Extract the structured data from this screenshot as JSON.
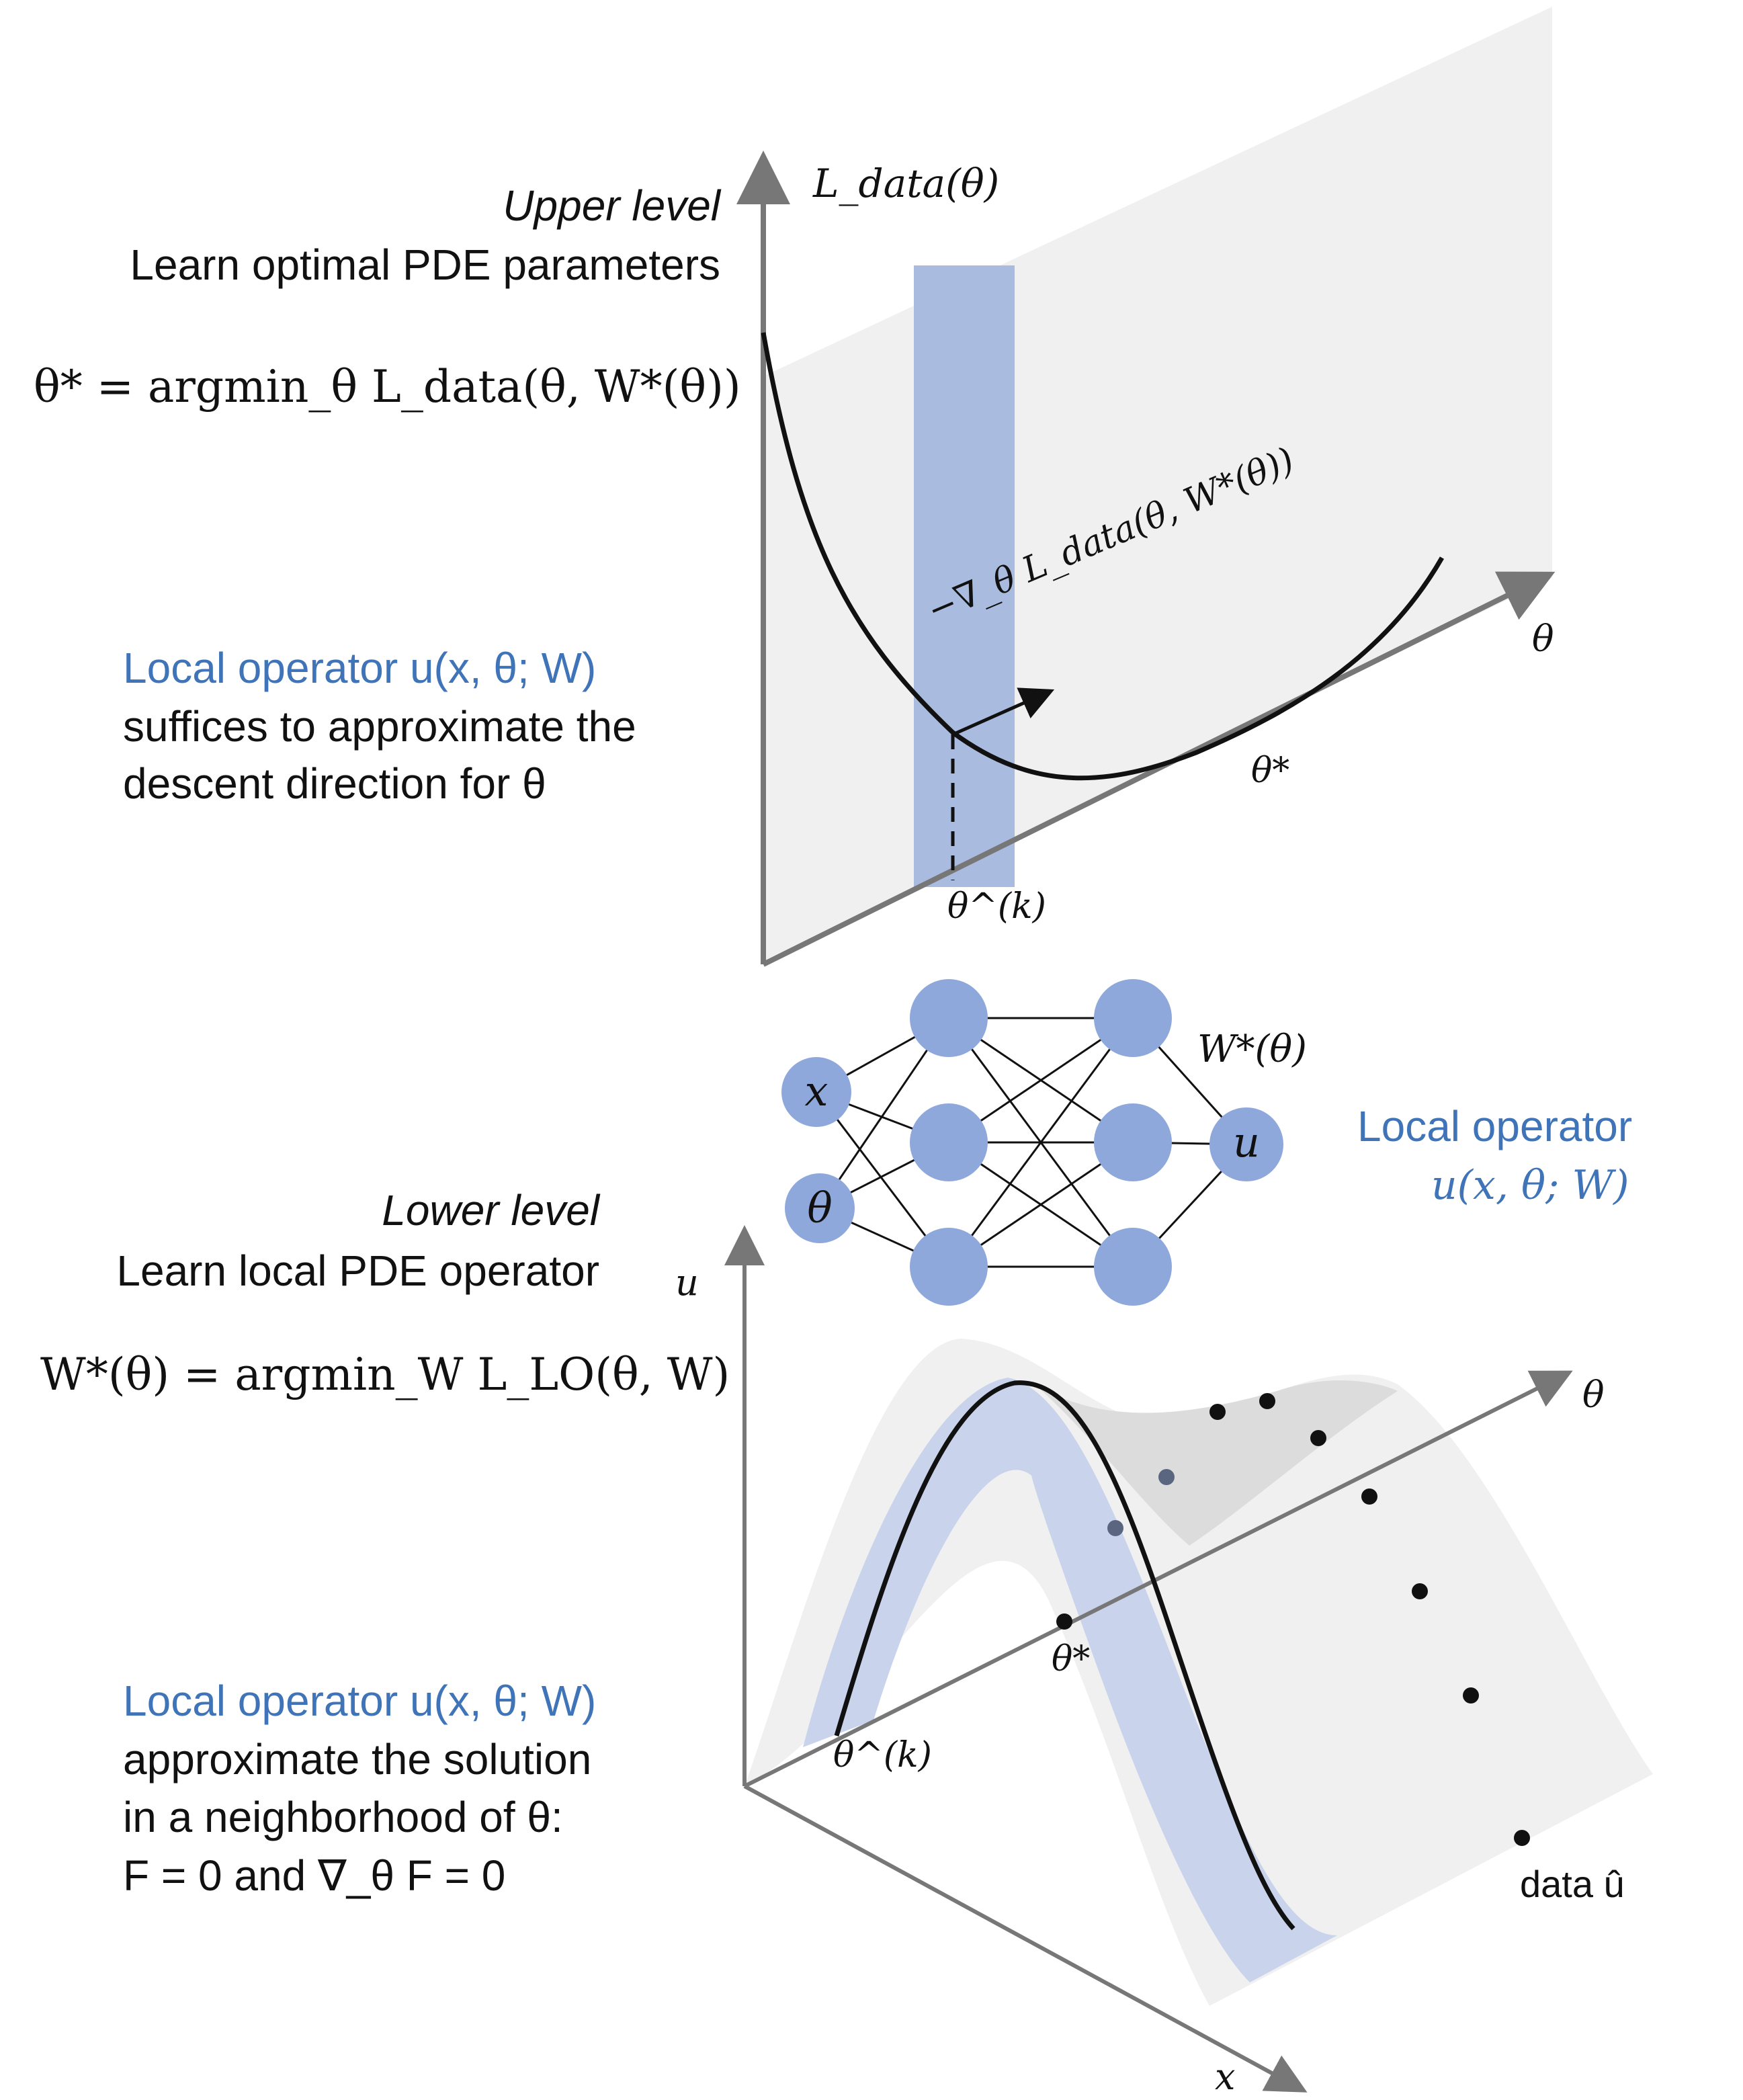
{
  "upper": {
    "heading": "Upper level",
    "subheading": "Learn optimal PDE parameters",
    "equation": "θ* = argmin_θ L_data(θ, W*(θ))",
    "note_blue": "Local operator u(x, θ; W)",
    "note_line2": "suffices to approximate the",
    "note_line3": "descent direction for θ",
    "plot": {
      "y_label": "L_data(θ)",
      "x_label": "θ",
      "gradient_label": "−∇_θ L_data(θ, W*(θ))",
      "theta_k_label": "θ^(k)",
      "theta_star_label": "θ*"
    }
  },
  "network": {
    "input_x": "x",
    "input_theta": "θ",
    "output": "u",
    "weights_label": "W*(θ)",
    "side_label_line1": "Local operator",
    "side_label_line2": "u(x, θ; W)"
  },
  "lower": {
    "heading": "Lower level",
    "subheading": "Learn local PDE operator",
    "equation": "W*(θ) = argmin_W L_LO(θ, W)",
    "note_blue": "Local operator u(x, θ; W)",
    "note_line2": "approximate the solution",
    "note_line3": "in a neighborhood of θ:",
    "note_line4": "F = 0 and ∇_θ F = 0",
    "plot": {
      "u_axis_label": "u",
      "theta_axis_label": "θ",
      "x_axis_label": "x",
      "theta_star_label": "θ*",
      "theta_k_label": "θ^(k)",
      "data_label": "data û"
    }
  },
  "colors": {
    "band_blue": "#a9bce0",
    "node_blue": "#8fa8dc",
    "text_blue": "#3f74b8",
    "axis_gray": "#777777",
    "surface_gray": "#f0f0f0"
  }
}
